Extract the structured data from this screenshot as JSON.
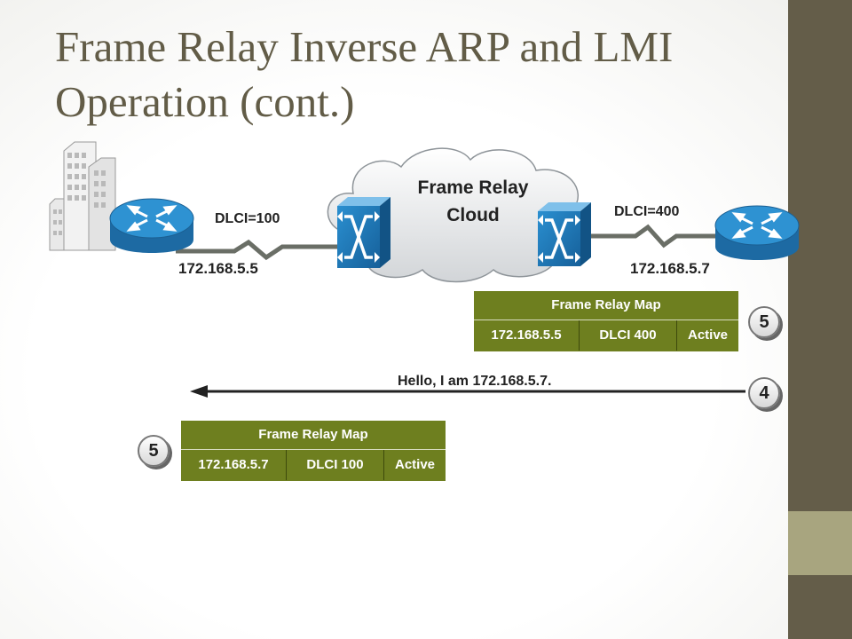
{
  "slide": {
    "title": "Frame Relay Inverse ARP and LMI Operation (cont.)"
  },
  "diagram": {
    "cloud_label_line1": "Frame Relay",
    "cloud_label_line2": "Cloud",
    "left_router": {
      "dlci": "DLCI=100",
      "ip": "172.168.5.5"
    },
    "right_router": {
      "dlci": "DLCI=400",
      "ip": "172.168.5.7"
    },
    "hello_message": "Hello, I am 172.168.5.7.",
    "step_hello": "4",
    "step_right_map": "5",
    "step_left_map": "5"
  },
  "right_map": {
    "title": "Frame Relay Map",
    "ip": "172.168.5.5",
    "dlci": "DLCI  400",
    "status": "Active"
  },
  "left_map": {
    "title": "Frame Relay Map",
    "ip": "172.168.5.7",
    "dlci": "DLCI  100",
    "status": "Active"
  },
  "colors": {
    "map_fill": "#6e7f1f",
    "router_blue": "#1f83c4",
    "sidebar": "#645d49",
    "sidebar_accent": "#a8a57f",
    "title": "#625c47"
  },
  "icons": [
    "building-icon",
    "router-icon",
    "frame-relay-switch-icon",
    "cloud-icon",
    "arrow-left-icon"
  ]
}
